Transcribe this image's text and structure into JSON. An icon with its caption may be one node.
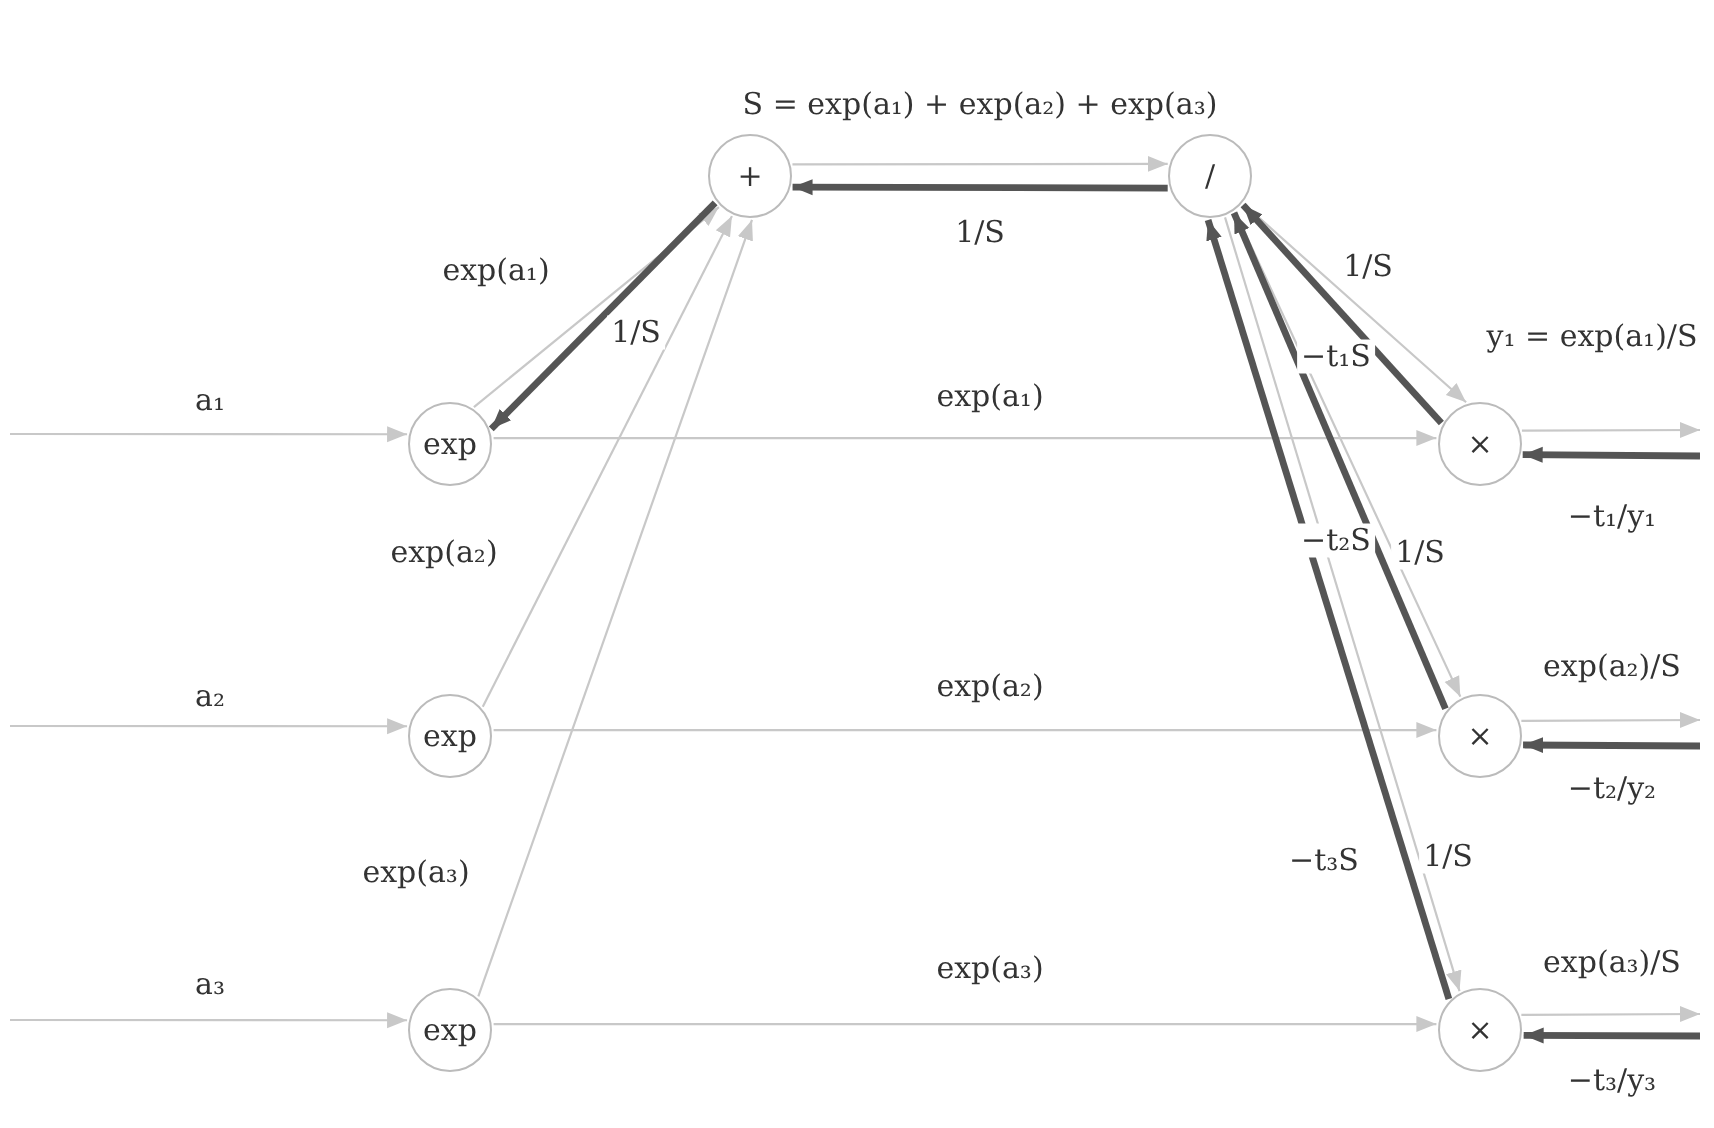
{
  "diagram": {
    "nodes": [
      {
        "text": [
          "exp"
        ]
      },
      {
        "text": [
          "exp"
        ]
      },
      {
        "text": [
          "exp"
        ]
      },
      {
        "text": [
          "+"
        ]
      },
      {
        "text": [
          "/"
        ]
      },
      {
        "text": [
          "×"
        ]
      },
      {
        "text": [
          "×"
        ]
      },
      {
        "text": [
          "×"
        ]
      }
    ],
    "edges": [
      {
        "from": null,
        "to": 0,
        "arrow": "to",
        "label": "a₁"
      },
      {
        "from": null,
        "to": 1,
        "arrow": "to",
        "label": "a₂"
      },
      {
        "from": null,
        "to": 2,
        "arrow": "to",
        "label": "a₃"
      },
      {
        "from": 0,
        "to": 3,
        "arrow": "to",
        "label": "exp(a₁)"
      },
      {
        "from": 1,
        "to": 3,
        "arrow": "to",
        "label": "exp(a₂)"
      },
      {
        "from": 2,
        "to": 3,
        "arrow": "to",
        "label": "exp(a₃)"
      },
      {
        "from": 0,
        "to": 5,
        "arrow": "to",
        "label": "exp(a₁)"
      },
      {
        "from": 1,
        "to": 6,
        "arrow": "to",
        "label": "exp(a₂)"
      },
      {
        "from": 2,
        "to": 7,
        "arrow": "to",
        "label": "exp(a₃)"
      },
      {
        "from": 3,
        "to": 4,
        "arrow": "to",
        "label": "S = exp(a₁) + exp(a₂) + exp(a₃)"
      },
      {
        "from": 4,
        "to": 5,
        "arrow": "to",
        "label": "1/S"
      },
      {
        "from": 4,
        "to": 6,
        "arrow": "to",
        "label": "1/S"
      },
      {
        "from": 4,
        "to": 7,
        "arrow": "to",
        "label": "1/S"
      },
      {
        "from": 5,
        "to": null,
        "arrow": "to",
        "label": "y₁ = exp(a₁)/S"
      },
      {
        "from": 6,
        "to": null,
        "arrow": "to",
        "label": "exp(a₂)/S"
      },
      {
        "from": 7,
        "to": null,
        "arrow": "to",
        "label": "exp(a₃)/S"
      },
      {
        "from": null,
        "to": 5,
        "arrow": "to",
        "label": "−t₁/y₁",
        "style": "thick",
        "color": "#555555"
      },
      {
        "from": null,
        "to": 6,
        "arrow": "to",
        "label": "−t₂/y₂",
        "style": "thick",
        "color": "#555555"
      },
      {
        "from": null,
        "to": 7,
        "arrow": "to",
        "label": "−t₃/y₃",
        "style": "thick",
        "color": "#555555"
      },
      {
        "from": 5,
        "to": 4,
        "arrow": "to",
        "label": "−t₁S",
        "style": "thick",
        "color": "#555555"
      },
      {
        "from": 6,
        "to": 4,
        "arrow": "to",
        "label": "−t₂S",
        "style": "thick",
        "color": "#555555"
      },
      {
        "from": 7,
        "to": 4,
        "arrow": "to",
        "label": "−t₃S",
        "style": "thick",
        "color": "#555555"
      },
      {
        "from": 4,
        "to": 3,
        "arrow": "to",
        "label": "1/S",
        "style": "thick",
        "color": "#555555"
      },
      {
        "from": 3,
        "to": 0,
        "arrow": "to",
        "label": "1/S",
        "style": "thick",
        "color": "#555555"
      }
    ]
  }
}
